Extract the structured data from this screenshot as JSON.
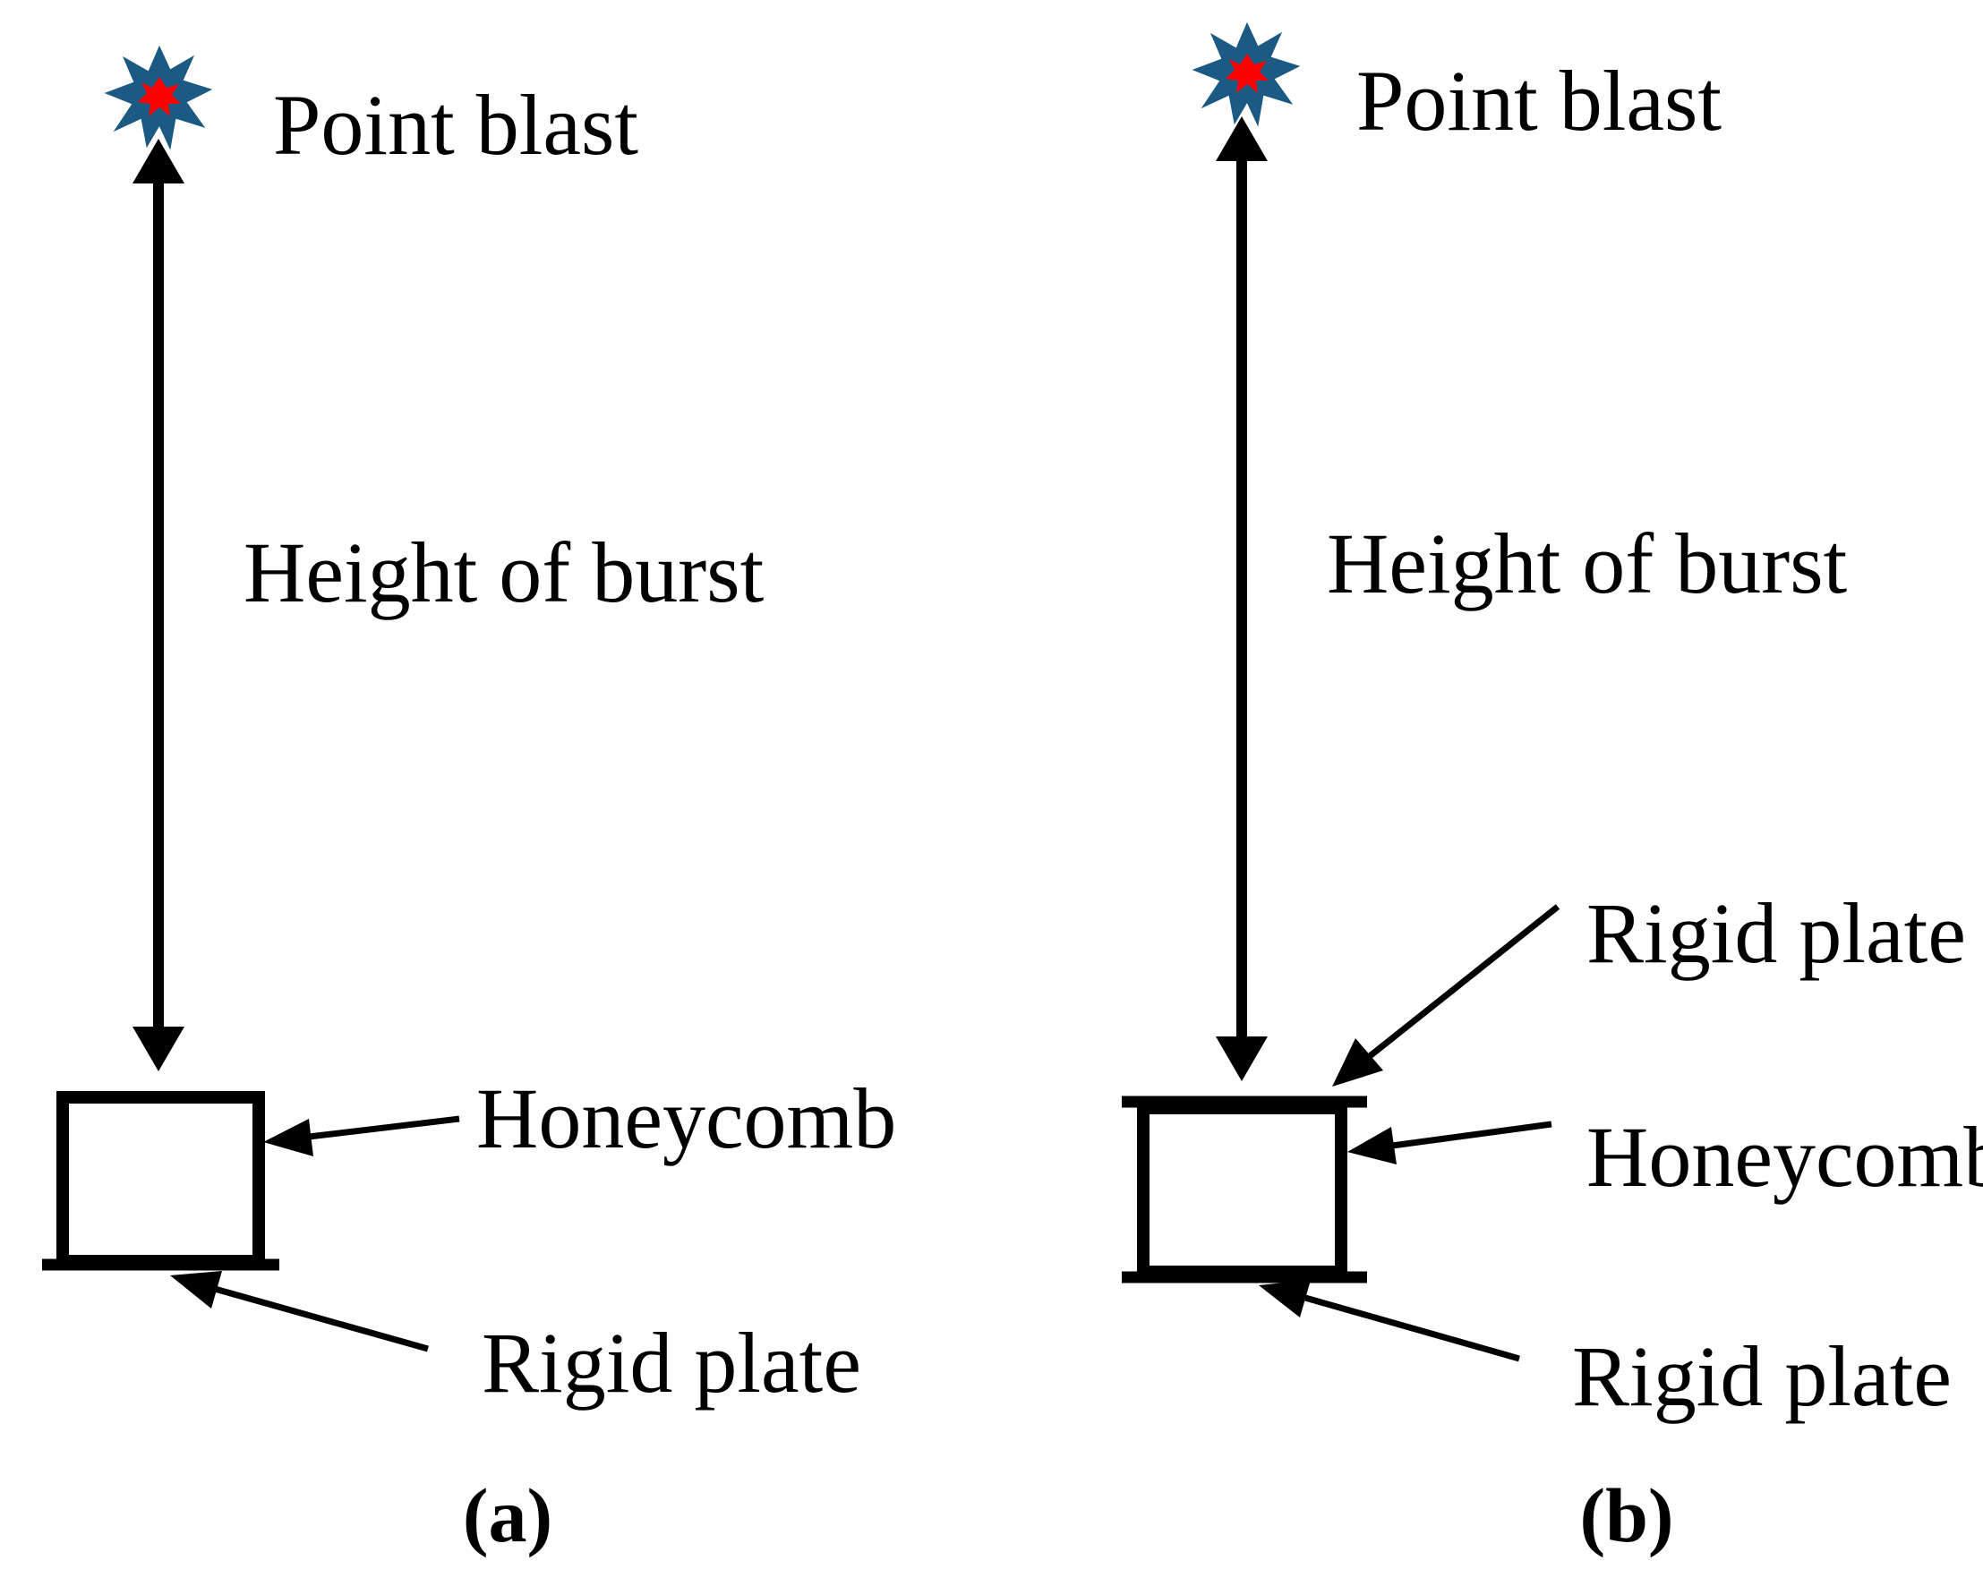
{
  "colors": {
    "stroke": "#000000",
    "burst_outer": "#1b5a82",
    "burst_inner": "#ff0000",
    "background": "#ffffff"
  },
  "panel_a": {
    "burst_label": "Point blast",
    "distance_label": "Height of burst",
    "honeycomb_label": "Honeycomb",
    "rigid_plate_label": "Rigid plate",
    "caption": "(a)"
  },
  "panel_b": {
    "burst_label": "Point blast",
    "distance_label": "Height of burst",
    "top_plate_label": "Rigid plate",
    "honeycomb_label": "Honeycomb",
    "bottom_plate_label": "Rigid plate",
    "caption": "(b)"
  }
}
